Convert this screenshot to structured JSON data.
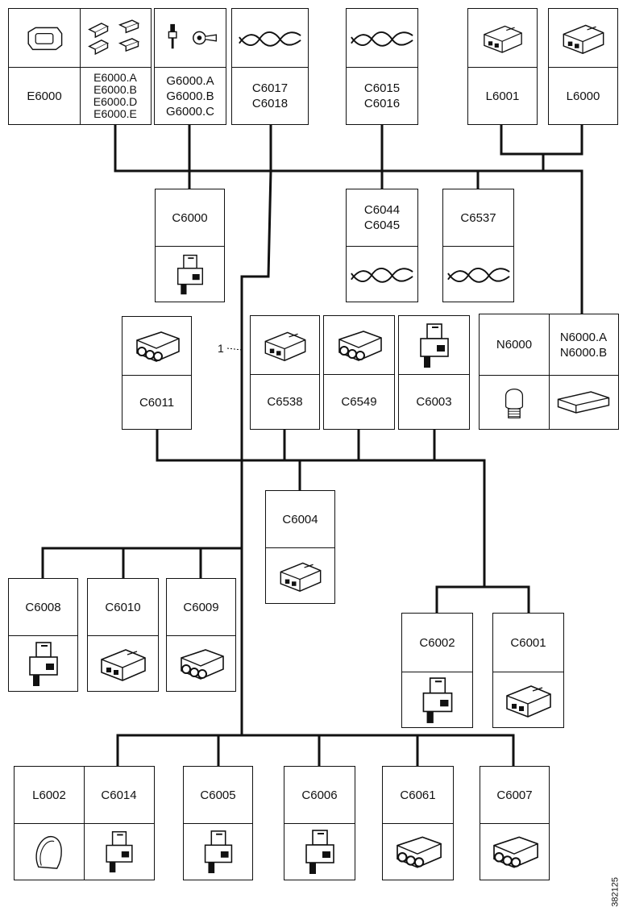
{
  "connectors": {
    "e6000": "E6000",
    "e6000_variants": "E6000.A\nE6000.B\nE6000.D\nE6000.E",
    "g6000_variants": "G6000.A\nG6000.B\nG6000.C",
    "c6017_c6018": "C6017\nC6018",
    "c6015_c6016": "C6015\nC6016",
    "l6001": "L6001",
    "l6000": "L6000",
    "c6000": "C6000",
    "c6044_c6045": "C6044\nC6045",
    "c6537": "C6537",
    "c6011": "C6011",
    "c6538": "C6538",
    "c6549": "C6549",
    "c6003": "C6003",
    "n6000": "N6000",
    "n6000_variants": "N6000.A\nN6000.B",
    "c6004": "C6004",
    "c6008": "C6008",
    "c6010": "C6010",
    "c6009": "C6009",
    "c6002": "C6002",
    "c6001": "C6001",
    "l6002": "L6002",
    "c6014": "C6014",
    "c6005": "C6005",
    "c6006": "C6006",
    "c6061": "C6061",
    "c6007": "C6007"
  },
  "icons": {
    "connector": "connector-icon",
    "twisted_pair": "twisted-pair-icon",
    "ground": "ground-terminal-icon",
    "fuse": "fuse-icon",
    "bulb": "bulb-icon",
    "lamp": "lamp-icon",
    "holder": "lamp-holder-icon"
  },
  "callout": "1",
  "doc_id": "382125"
}
